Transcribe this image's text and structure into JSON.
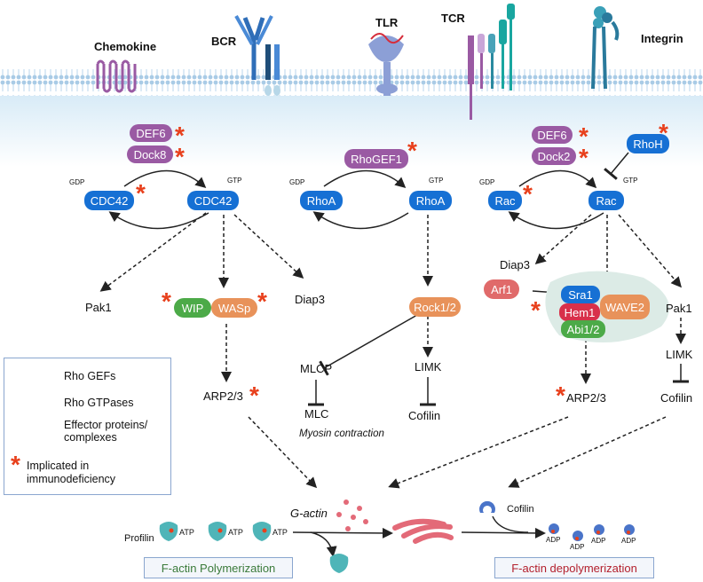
{
  "receptors": {
    "chemokine": "Chemokine",
    "bcr": "BCR",
    "tlr": "TLR",
    "tcr": "TCR",
    "integrin": "Integrin"
  },
  "cdc42_path": {
    "def6": "DEF6",
    "dock8": "Dock8",
    "gdp_label": "GDP",
    "gtp_label": "GTP",
    "cdc42_gdp": "CDC42",
    "cdc42_gtp": "CDC42",
    "pak1": "Pak1",
    "wip": "WIP",
    "wasp": "WASp",
    "diap3": "Diap3",
    "arp23": "ARP2/3"
  },
  "rhoa_path": {
    "rhogef1": "RhoGEF1",
    "gdp_label": "GDP",
    "gtp_label": "GTP",
    "rhoa_gdp": "RhoA",
    "rhoa_gtp": "RhoA",
    "rock": "Rock1/2",
    "mlcp": "MLCP",
    "mlc": "MLC",
    "myosin": "Myosin contraction",
    "limk": "LIMK",
    "cofilin": "Cofilin"
  },
  "rac_path": {
    "def6": "DEF6",
    "dock2": "Dock2",
    "rhoh": "RhoH",
    "gdp_label": "GDP",
    "gtp_label": "GTP",
    "rac_gdp": "Rac",
    "rac_gtp": "Rac",
    "diap3": "Diap3",
    "arf1": "Arf1",
    "sra1": "Sra1",
    "hem1": "Hem1",
    "abi": "Abi1/2",
    "wave2": "WAVE2",
    "arp23": "ARP2/3",
    "pak1": "Pak1",
    "limk": "LIMK",
    "cofilin": "Cofilin"
  },
  "actin": {
    "g_actin": "G-actin",
    "profilin": "Profilin",
    "atp": "ATP",
    "adp": "ADP",
    "cofilin": "Cofilin",
    "polymerization": "F-actin Polymerization",
    "depolymerization": "F-actin depolymerization"
  },
  "legend": {
    "gef": "Rho GEFs",
    "gtpase": "Rho GTPases",
    "effector": "Effector proteins/ complexes",
    "immuno": "Implicated in immunodeficiency"
  },
  "colors": {
    "gef": "#9a5aa3",
    "gtpase": "#1670d4",
    "effector": "#e8925a",
    "star": "#e8401c",
    "wip": "#4caa48",
    "hem1": "#d8304a",
    "abi": "#4caa48",
    "arf1": "#e06a6a",
    "membrane": "#cfe3f2",
    "actin": "#e36a78",
    "profilin": "#4fb5b8"
  }
}
